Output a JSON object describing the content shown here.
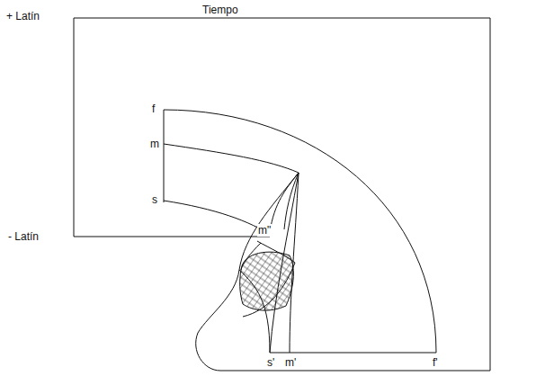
{
  "diagram": {
    "labels": [
      "+ Latín",
      "Tiempo",
      "f",
      "m",
      "s",
      "- Latín",
      "m\"",
      "s'",
      "m'",
      "f'"
    ]
  }
}
